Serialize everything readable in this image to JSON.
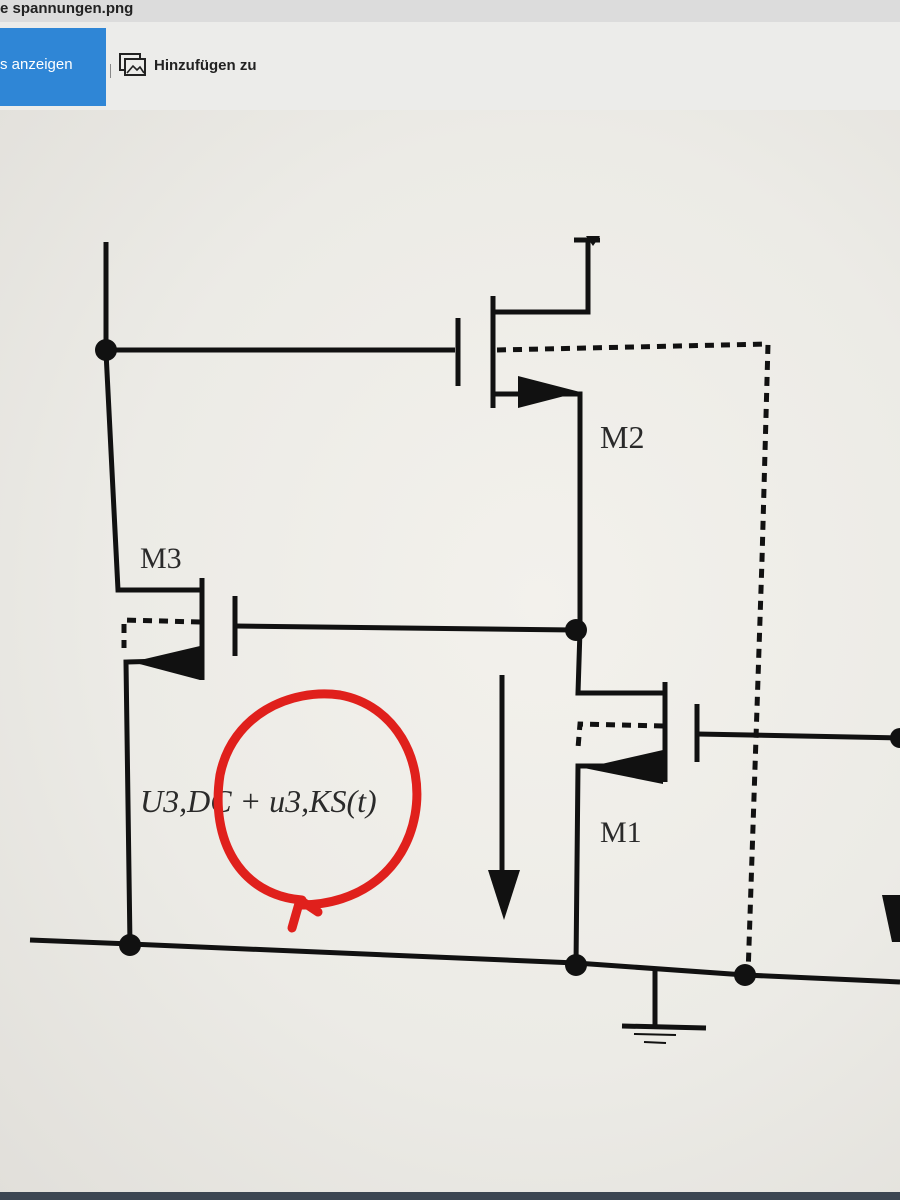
{
  "window": {
    "title": "e spannungen.png"
  },
  "toolbar": {
    "show_button_label": "s anzeigen",
    "add_to_label": "Hinzufügen zu",
    "add_to_icon": "image-add-icon"
  },
  "schematic": {
    "labels": {
      "m1": "M1",
      "m2": "M2",
      "m3": "M3",
      "voltage": "U3,DC + u3,KS(t)"
    },
    "colors": {
      "wire": "#111111",
      "annotation": "#e0201c"
    }
  }
}
